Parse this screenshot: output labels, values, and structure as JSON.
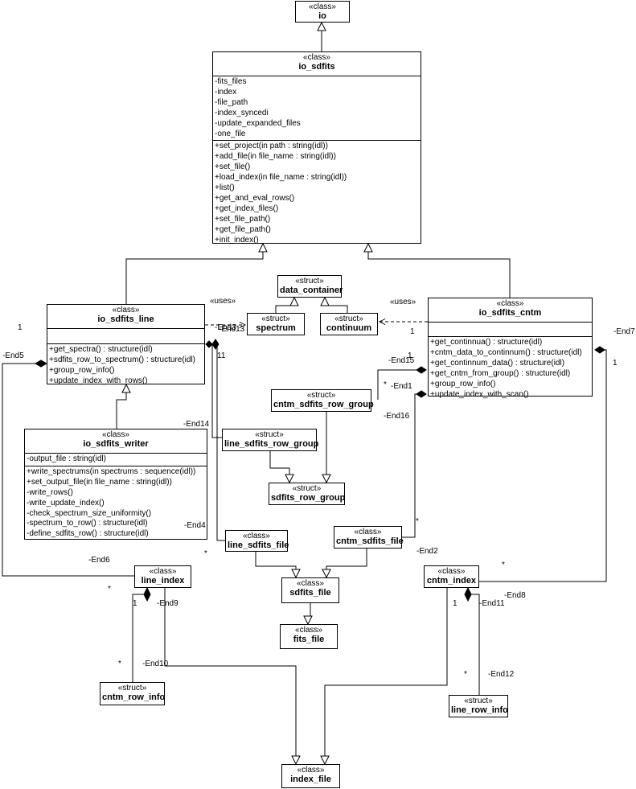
{
  "boxes": {
    "io": {
      "stereotype": "«class»",
      "name": "io"
    },
    "io_sdfits": {
      "stereotype": "«class»",
      "name": "io_sdfits",
      "attributes": [
        "-fits_files",
        "-index",
        "-file_path",
        "-index_syncedi",
        "-update_expanded_files",
        "-one_file"
      ],
      "operations": [
        "+set_project(in path : string(idl))",
        "+add_file(in file_name : string(idl))",
        "+set_file()",
        "+load_index(in file_name : string(idl))",
        "+list()",
        "+get_and_eval_rows()",
        "+get_index_files()",
        "+set_file_path()",
        "+get_file_path()",
        "+init_index()"
      ]
    },
    "data_container": {
      "stereotype": "«struct»",
      "name": "data_container"
    },
    "spectrum": {
      "stereotype": "«struct»",
      "name": "spectrum"
    },
    "continuum": {
      "stereotype": "«struct»",
      "name": "continuum"
    },
    "io_sdfits_line": {
      "stereotype": "«class»",
      "name": "io_sdfits_line",
      "operations": [
        "+get_spectra() : structure(idl)",
        "+sdfits_row_to_spectrum() : structure(idl)",
        "+group_row_info()",
        "+update_index_with_rows()"
      ]
    },
    "io_sdfits_cntm": {
      "stereotype": "«class»",
      "name": "io_sdfits_cntm",
      "operations": [
        "+get_continnua() : structure(idl)",
        "+cntm_data_to_continnum() : structure(idl)",
        "+get_continnum_data() : structure(idl)",
        "+get_cntm_from_group() : structure(idl)",
        "+group_row_info()",
        "+update_index_with_scan()"
      ]
    },
    "io_sdfits_writer": {
      "stereotype": "«class»",
      "name": "io_sdfits_writer",
      "attributes": [
        "-output_file : string(idl)"
      ],
      "operations": [
        "+write_spectrums(in spectrums : sequence(idl))",
        "+set_output_file(in file_name : string(idl))",
        "-write_rows()",
        "-write_update_index()",
        "-check_spectrum_size_uniformity()",
        "-spectrum_to_row() : structure(idl)",
        "-define_sdfits_row() : structure(idl)"
      ]
    },
    "cntm_sdfits_row_group": {
      "stereotype": "«struct»",
      "name": "cntm_sdfits_row_group"
    },
    "line_sdfits_row_group": {
      "stereotype": "«struct»",
      "name": "line_sdfits_row_group"
    },
    "sdfits_row_group": {
      "stereotype": "«struct»",
      "name": "sdfits_row_group"
    },
    "line_sdfits_file": {
      "stereotype": "«class»",
      "name": "line_sdfits_file"
    },
    "cntm_sdfits_file": {
      "stereotype": "«class»",
      "name": "cntm_sdfits_file"
    },
    "sdfits_file": {
      "stereotype": "«class»",
      "name": "sdfits_file"
    },
    "fits_file": {
      "stereotype": "«class»",
      "name": "fits_file"
    },
    "line_index": {
      "stereotype": "«class»",
      "name": "line_index"
    },
    "cntm_index": {
      "stereotype": "«class»",
      "name": "cntm_index"
    },
    "cntm_row_info": {
      "stereotype": "«struct»",
      "name": "cntm_row_info"
    },
    "line_row_info": {
      "stereotype": "«struct»",
      "name": "line_row_info"
    },
    "index_file": {
      "stereotype": "«class»",
      "name": "index_file"
    }
  },
  "labels": {
    "uses_left": "«uses»",
    "uses_right": "«uses»",
    "end3": "-End3",
    "end13": "-End13",
    "end5": "-End5",
    "end5_mult": "1",
    "end6": "-End6",
    "end6_mult": "*",
    "end14": "-End14",
    "end4": "-End4",
    "end4_mult": "*",
    "line_mult": "11",
    "end9": "-End9",
    "end9_mult": "1",
    "end10": "-End10",
    "end10_mult": "*",
    "end15": "-End15",
    "end15_mult": "1",
    "end1": "-End1",
    "end1_mult": "*",
    "end16": "-End16",
    "end16_mult": "*",
    "end2": "-End2",
    "cntm_uses_mult": "1",
    "end7": "-End7",
    "end7_mult": "1",
    "end8": "-End8",
    "end8_mult": "*",
    "end11": "-End11",
    "end11_mult": "1",
    "end12": "-End12",
    "end12_mult": "*"
  }
}
